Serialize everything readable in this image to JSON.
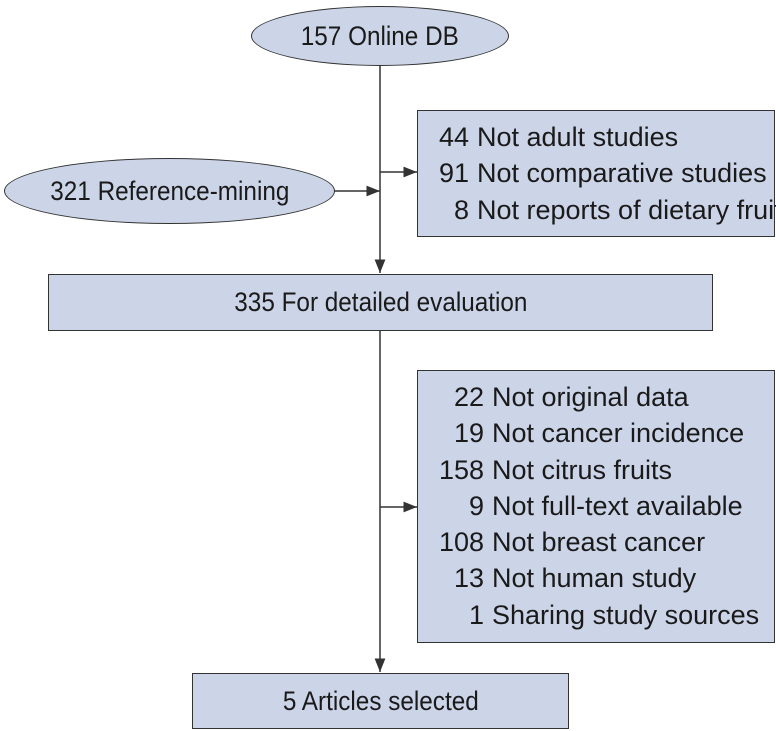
{
  "colors": {
    "fill": "#ccd4e8",
    "line": "#333333"
  },
  "nodes": {
    "online_db": "157 Online DB",
    "reference_mining": "321 Reference-mining",
    "detailed_evaluation": "335 For detailed evaluation",
    "articles_selected": "5 Articles selected"
  },
  "exclusions_1": [
    {
      "count": "44",
      "reason": "Not adult studies"
    },
    {
      "count": "91",
      "reason": "Not comparative studies"
    },
    {
      "count": "8",
      "reason": "Not reports of dietary fruits"
    }
  ],
  "exclusions_2": [
    {
      "count": "22",
      "reason": "Not original data"
    },
    {
      "count": "19",
      "reason": "Not cancer incidence"
    },
    {
      "count": "158",
      "reason": "Not citrus fruits"
    },
    {
      "count": "9",
      "reason": "Not full-text available"
    },
    {
      "count": "108",
      "reason": "Not breast cancer"
    },
    {
      "count": "13",
      "reason": "Not human study"
    },
    {
      "count": "1",
      "reason": "Sharing study sources"
    }
  ]
}
